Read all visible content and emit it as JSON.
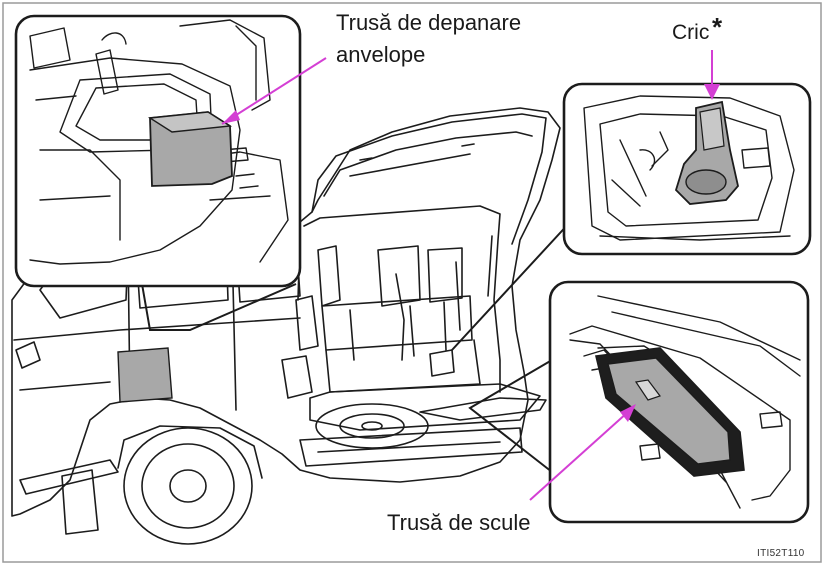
{
  "labels": {
    "tire_kit_line1": "Trusă de depanare",
    "tire_kit_line2": "anvelope",
    "jack": "Cric",
    "jack_asterisk": "*",
    "tool_kit": "Trusă de scule",
    "figure_code": "ITI52T110"
  },
  "colors": {
    "outline": "#1c1c1c",
    "highlight_fill": "#a8a8a8",
    "pointer": "#d43fd4",
    "frame_border": "#9a9a9a",
    "background": "#ffffff"
  }
}
